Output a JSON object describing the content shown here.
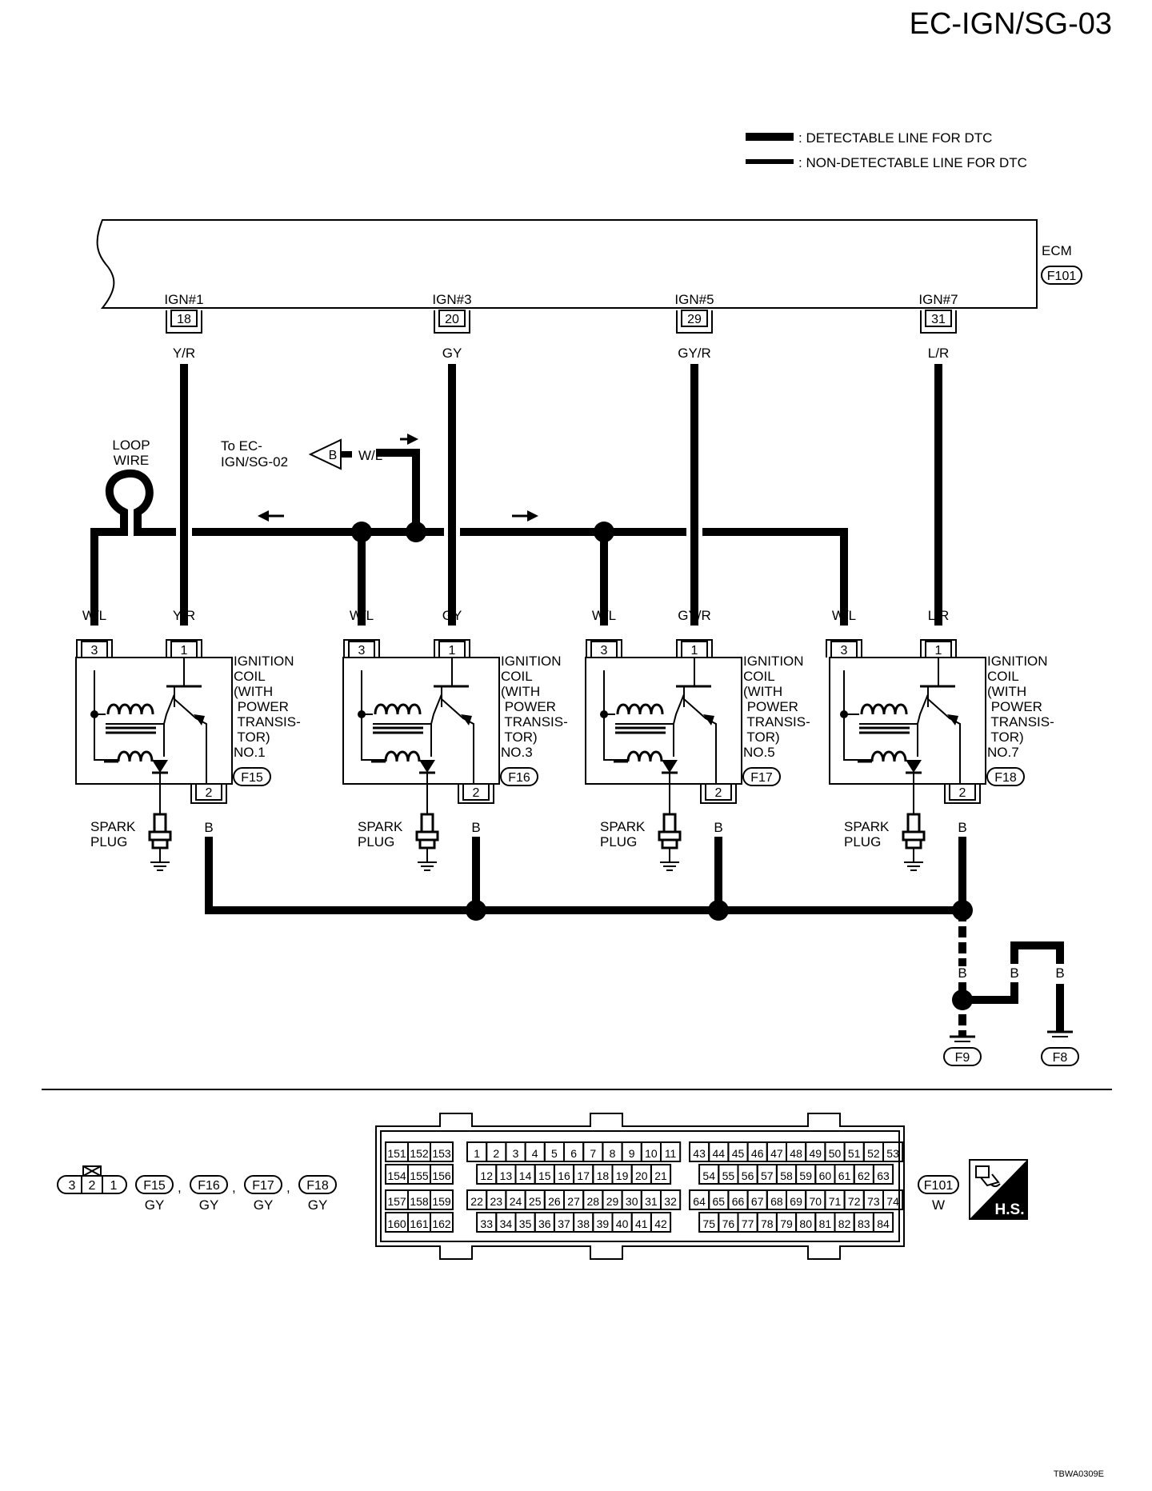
{
  "page_code": "EC-IGN/SG-03",
  "legend": {
    "detectable": ": DETECTABLE LINE FOR DTC",
    "non_detectable": ": NON-DETECTABLE LINE FOR DTC"
  },
  "ecm": {
    "label": "ECM",
    "connector": "F101"
  },
  "ecm_terminals": [
    {
      "signal": "IGN#1",
      "pin": "18",
      "wire": "Y/R"
    },
    {
      "signal": "IGN#3",
      "pin": "20",
      "wire": "GY"
    },
    {
      "signal": "IGN#5",
      "pin": "29",
      "wire": "GY/R"
    },
    {
      "signal": "IGN#7",
      "pin": "31",
      "wire": "L/R"
    }
  ],
  "loop_wire": {
    "line1": "LOOP",
    "line2": "WIRE"
  },
  "offpage": {
    "line1": "To EC-",
    "line2": "IGN/SG-02",
    "marker": "B",
    "wire": "W/L"
  },
  "coils": [
    {
      "pin3": "3",
      "pin1": "1",
      "pin2": "2",
      "wire_power": "W/L",
      "wire_signal": "Y/R",
      "wire_ground": "B",
      "label": [
        "IGNITION",
        "COIL",
        "(WITH",
        " POWER",
        " TRANSIS-",
        " TOR)",
        "NO.1"
      ],
      "connector": "F15",
      "plug": [
        "SPARK",
        "PLUG"
      ]
    },
    {
      "pin3": "3",
      "pin1": "1",
      "pin2": "2",
      "wire_power": "W/L",
      "wire_signal": "GY",
      "wire_ground": "B",
      "label": [
        "IGNITION",
        "COIL",
        "(WITH",
        " POWER",
        " TRANSIS-",
        " TOR)",
        "NO.3"
      ],
      "connector": "F16",
      "plug": [
        "SPARK",
        "PLUG"
      ]
    },
    {
      "pin3": "3",
      "pin1": "1",
      "pin2": "2",
      "wire_power": "W/L",
      "wire_signal": "GY/R",
      "wire_ground": "B",
      "label": [
        "IGNITION",
        "COIL",
        "(WITH",
        " POWER",
        " TRANSIS-",
        " TOR)",
        "NO.5"
      ],
      "connector": "F17",
      "plug": [
        "SPARK",
        "PLUG"
      ]
    },
    {
      "pin3": "3",
      "pin1": "1",
      "pin2": "2",
      "wire_power": "W/L",
      "wire_signal": "L/R",
      "wire_ground": "B",
      "label": [
        "IGNITION",
        "COIL",
        "(WITH",
        " POWER",
        " TRANSIS-",
        " TOR)",
        "NO.7"
      ],
      "connector": "F18",
      "plug": [
        "SPARK",
        "PLUG"
      ]
    }
  ],
  "ground": {
    "wire1": "B",
    "wire2": "B",
    "wire3": "B",
    "g1": "F9",
    "g2": "F8"
  },
  "connector_views": {
    "small_pins": [
      "3",
      "2",
      "1"
    ],
    "small": [
      {
        "id": "F15",
        "color": "GY"
      },
      {
        "id": "F16",
        "color": "GY"
      },
      {
        "id": "F17",
        "color": "GY"
      },
      {
        "id": "F18",
        "color": "GY"
      }
    ],
    "separator": ",",
    "ecm": {
      "id": "F101",
      "color": "W"
    },
    "ecm_left_block": [
      [
        "151",
        "152",
        "153"
      ],
      [
        "154",
        "155",
        "156"
      ],
      [
        "157",
        "158",
        "159"
      ],
      [
        "160",
        "161",
        "162"
      ]
    ],
    "ecm_mid_row1": [
      "1",
      "2",
      "3",
      "4",
      "5",
      "6",
      "7",
      "8",
      "9",
      "10",
      "11"
    ],
    "ecm_mid_row2": [
      "12",
      "13",
      "14",
      "15",
      "16",
      "17",
      "18",
      "19",
      "20",
      "21"
    ],
    "ecm_mid_row3": [
      "22",
      "23",
      "24",
      "25",
      "26",
      "27",
      "28",
      "29",
      "30",
      "31",
      "32"
    ],
    "ecm_mid_row4": [
      "33",
      "34",
      "35",
      "36",
      "37",
      "38",
      "39",
      "40",
      "41",
      "42"
    ],
    "ecm_right_row1": [
      "43",
      "44",
      "45",
      "46",
      "47",
      "48",
      "49",
      "50",
      "51",
      "52",
      "53"
    ],
    "ecm_right_row2": [
      "54",
      "55",
      "56",
      "57",
      "58",
      "59",
      "60",
      "61",
      "62",
      "63"
    ],
    "ecm_right_row3": [
      "64",
      "65",
      "66",
      "67",
      "68",
      "69",
      "70",
      "71",
      "72",
      "73",
      "74"
    ],
    "ecm_right_row4": [
      "75",
      "76",
      "77",
      "78",
      "79",
      "80",
      "81",
      "82",
      "83",
      "84"
    ],
    "hs_badge": "H.S."
  },
  "figure_code": "TBWA0309E"
}
